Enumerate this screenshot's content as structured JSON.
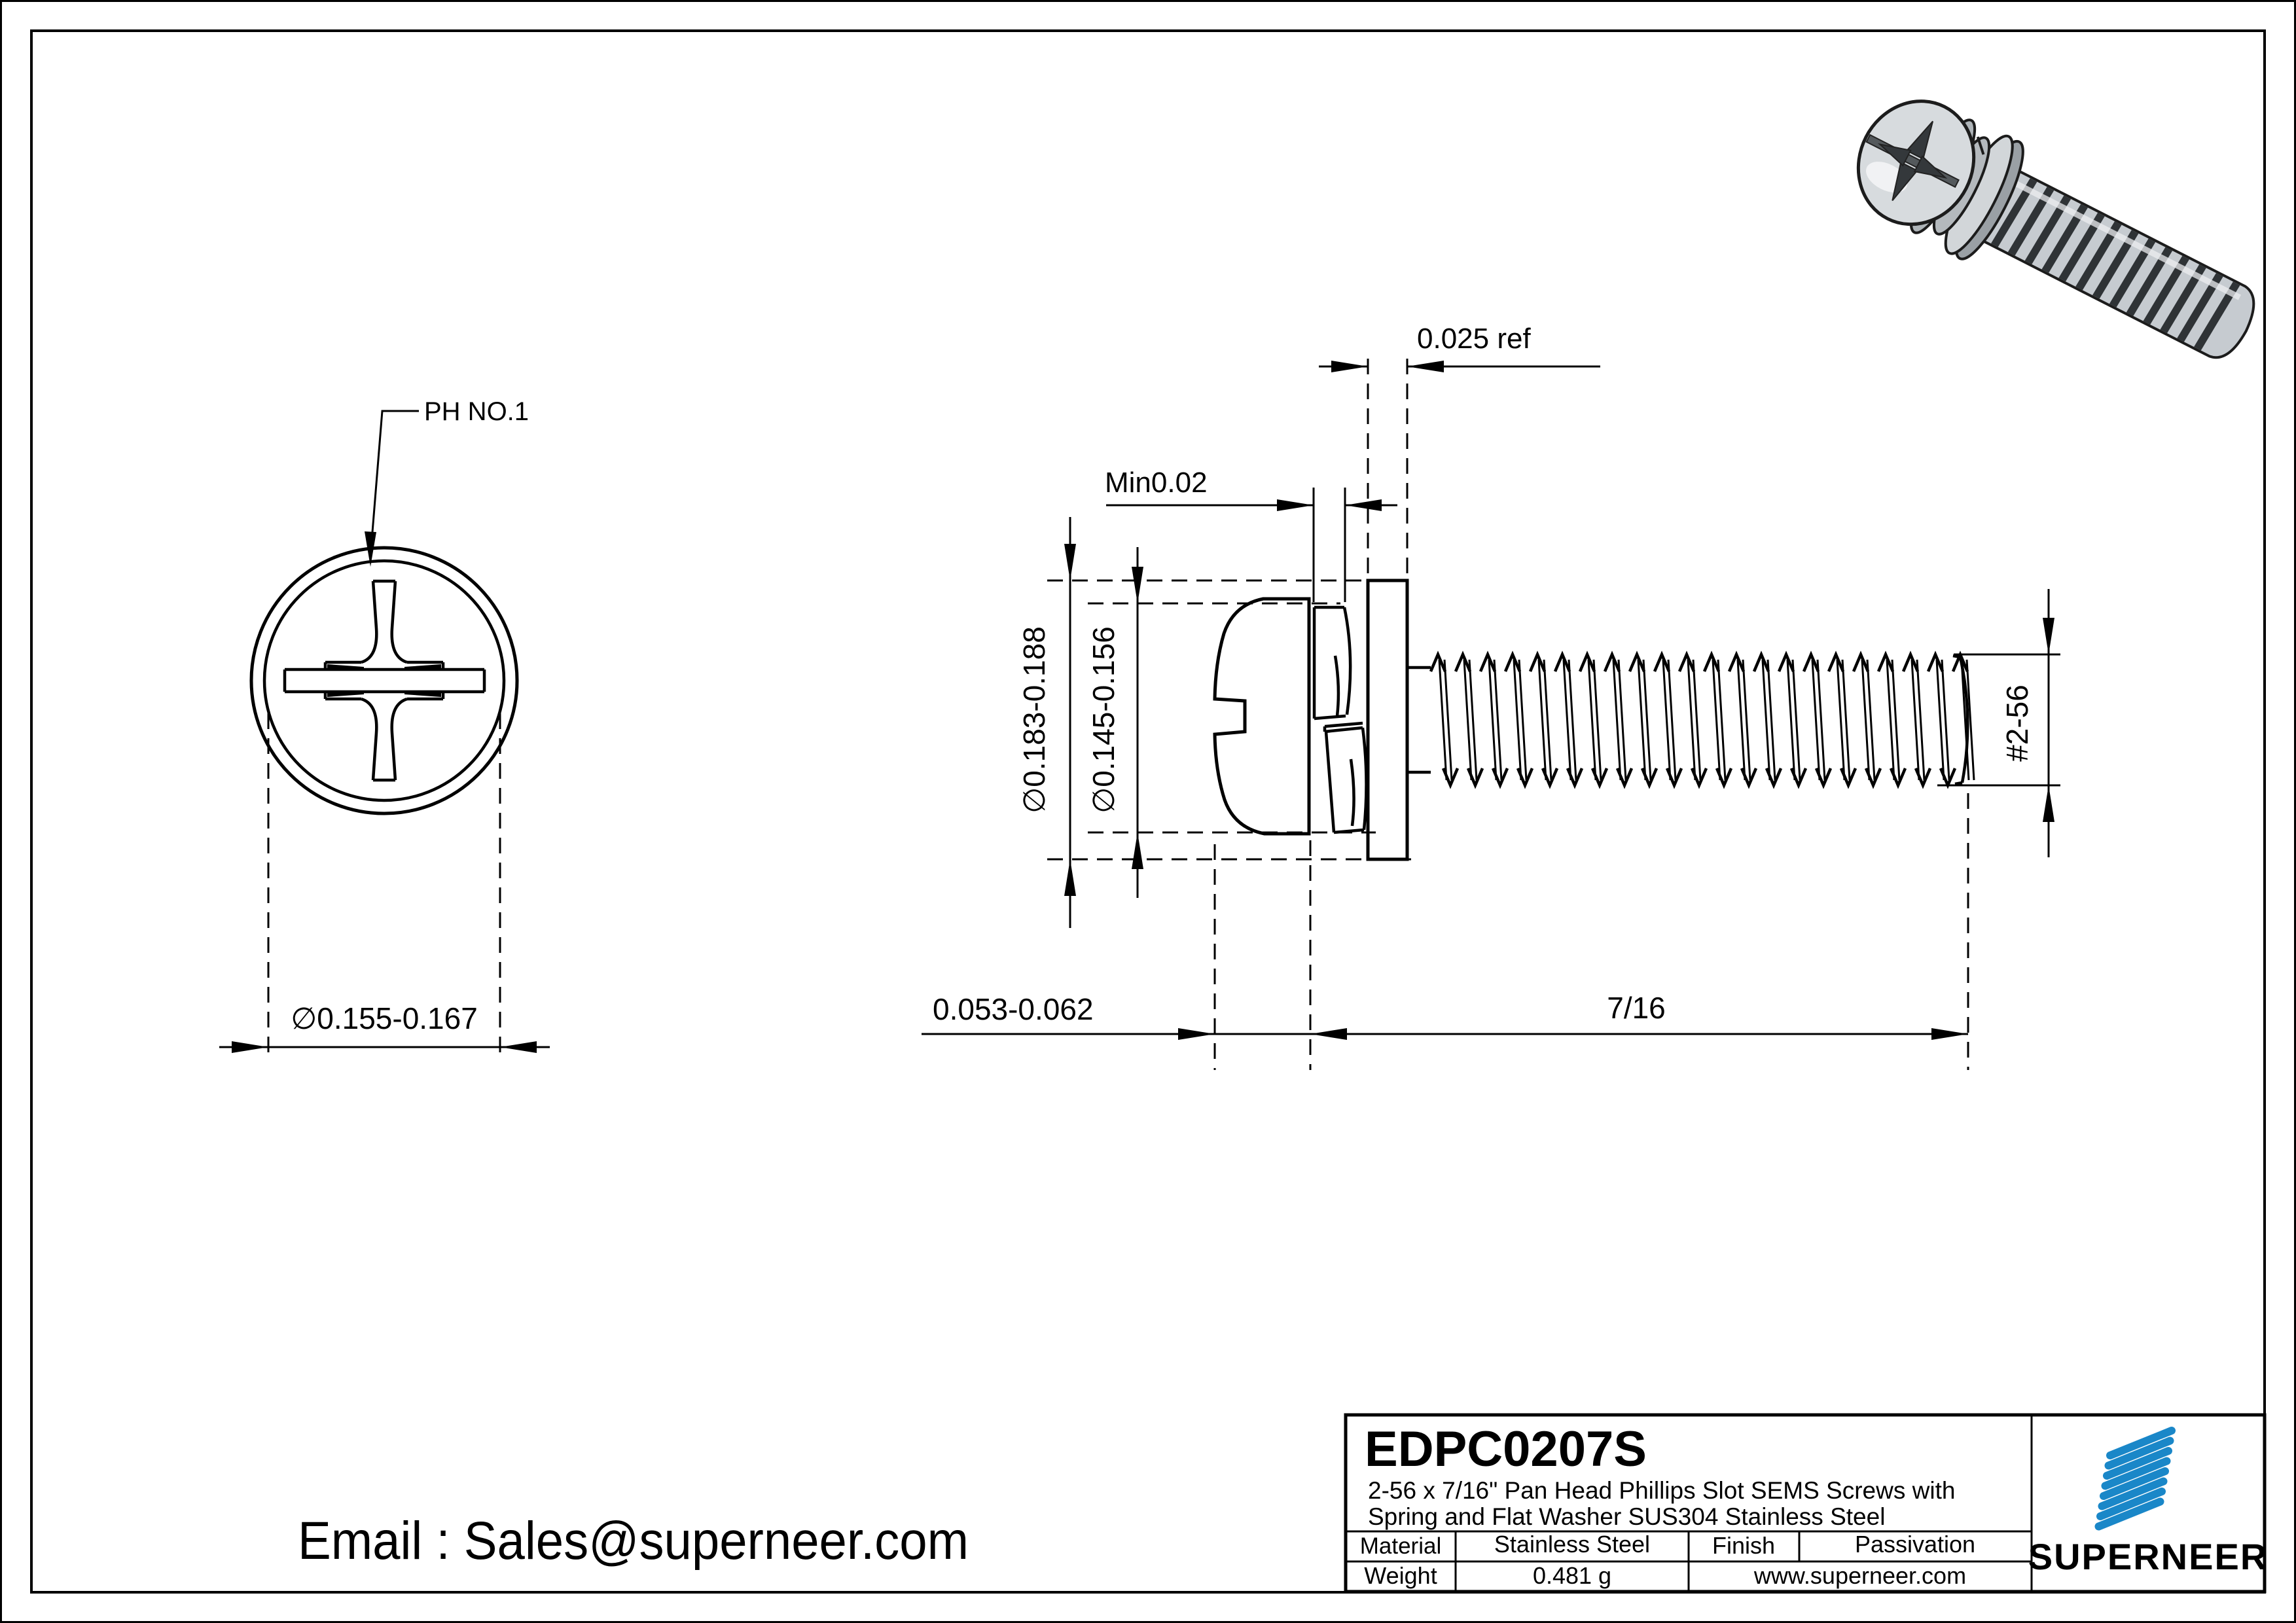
{
  "drawing": {
    "part_number": "EDPC0207S",
    "description_line1": "2-56 x 7/16\" Pan Head Phillips Slot SEMS Screws with",
    "description_line2": "Spring and Flat Washer SUS304 Stainless Steel",
    "material_label": "Material",
    "material_value": "Stainless Steel",
    "finish_label": "Finish",
    "finish_value": "Passivation",
    "weight_label": "Weight",
    "weight_value": "0.481 g",
    "website": "www.superneer.com",
    "brand": "SUPERNEER",
    "email": "Email : Sales@superneer.com",
    "brand_color": "#1a87c8",
    "line_color": "#000000"
  },
  "annotations": {
    "drive_label": "PH NO.1",
    "head_top_diameter": "∅0.155-0.167",
    "washer_outer_diameter": "∅0.183-0.188",
    "head_outer_diameter": "∅0.145-0.156",
    "spring_washer_thickness": "Min0.02",
    "flat_washer_thickness": "0.025 ref",
    "head_height": "0.053-0.062",
    "thread_length": "7/16",
    "thread_size": "#2-56"
  }
}
